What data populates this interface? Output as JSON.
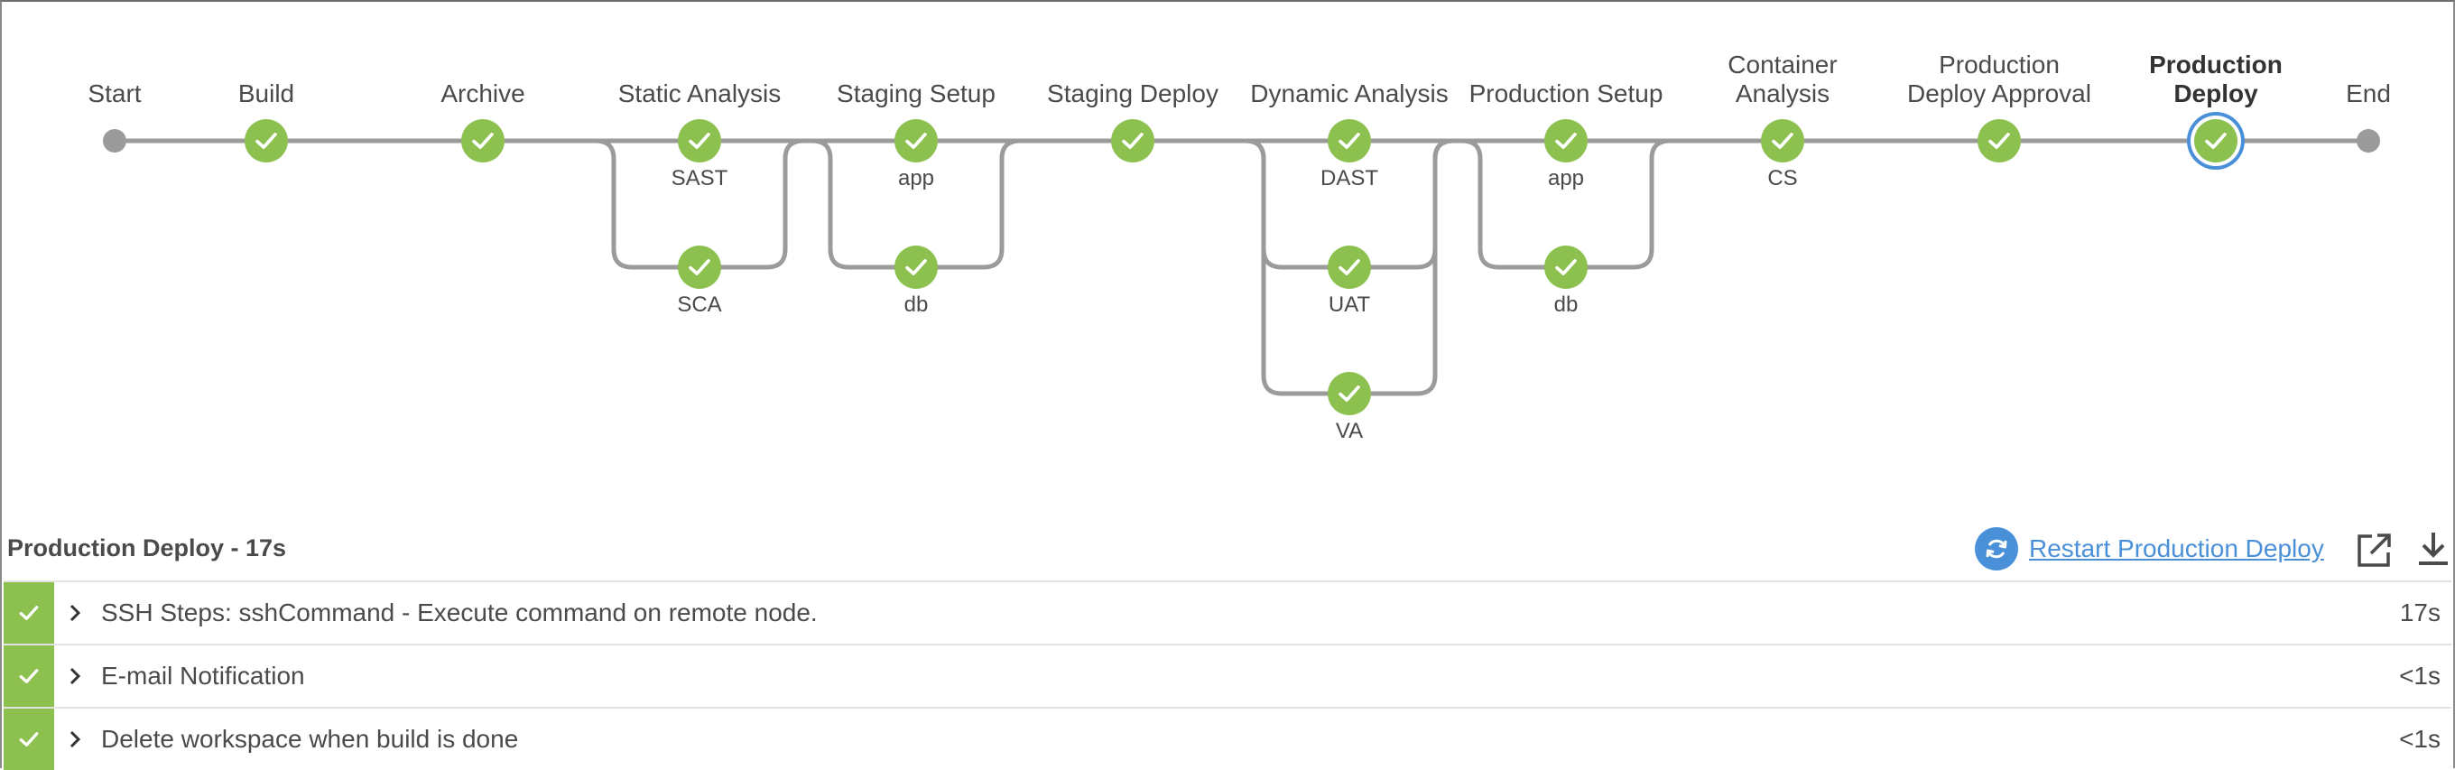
{
  "pipeline": {
    "stages": [
      {
        "key": "start",
        "title": "Start",
        "type": "endpoint",
        "branches": [
          {
            "label": ""
          }
        ]
      },
      {
        "key": "build",
        "title": "Build",
        "type": "stage",
        "status": "success",
        "branches": [
          {
            "label": ""
          }
        ]
      },
      {
        "key": "archive",
        "title": "Archive",
        "type": "stage",
        "status": "success",
        "branches": [
          {
            "label": ""
          }
        ]
      },
      {
        "key": "static-analysis",
        "title": "Static Analysis",
        "type": "parallel",
        "status": "success",
        "branches": [
          {
            "label": "SAST"
          },
          {
            "label": "SCA"
          }
        ]
      },
      {
        "key": "staging-setup",
        "title": "Staging Setup",
        "type": "parallel",
        "status": "success",
        "branches": [
          {
            "label": "app"
          },
          {
            "label": "db"
          }
        ]
      },
      {
        "key": "staging-deploy",
        "title": "Staging Deploy",
        "type": "stage",
        "status": "success",
        "branches": [
          {
            "label": ""
          }
        ]
      },
      {
        "key": "dynamic-analysis",
        "title": "Dynamic Analysis",
        "type": "parallel",
        "status": "success",
        "branches": [
          {
            "label": "DAST"
          },
          {
            "label": "UAT"
          },
          {
            "label": "VA"
          }
        ]
      },
      {
        "key": "production-setup",
        "title": "Production Setup",
        "type": "parallel",
        "status": "success",
        "branches": [
          {
            "label": "app"
          },
          {
            "label": "db"
          }
        ]
      },
      {
        "key": "container-analysis",
        "title": "Container\nAnalysis",
        "type": "stage",
        "status": "success",
        "branches": [
          {
            "label": "CS"
          }
        ]
      },
      {
        "key": "production-deploy-approval",
        "title": "Production\nDeploy Approval",
        "type": "stage",
        "status": "success",
        "branches": [
          {
            "label": ""
          }
        ]
      },
      {
        "key": "production-deploy",
        "title": "Production\nDeploy",
        "type": "stage",
        "status": "success",
        "selected": true,
        "branches": [
          {
            "label": ""
          }
        ]
      },
      {
        "key": "end",
        "title": "End",
        "type": "endpoint",
        "branches": [
          {
            "label": ""
          }
        ]
      }
    ]
  },
  "detail": {
    "title": "Production Deploy - 17s",
    "restart_label": "Restart Production Deploy",
    "restart_icon": "restart-icon",
    "open_icon": "external-link-icon",
    "download_icon": "download-icon",
    "steps": [
      {
        "label": "SSH Steps: sshCommand - Execute command on remote node.",
        "duration": "17s",
        "status": "success"
      },
      {
        "label": "E-mail Notification",
        "duration": "<1s",
        "status": "success"
      },
      {
        "label": "Delete workspace when build is done",
        "duration": "<1s",
        "status": "success"
      }
    ]
  },
  "colors": {
    "success": "#8cc04f",
    "connector": "#9b9b9b",
    "accent": "#4a90d9",
    "text": "#4a4a4a"
  }
}
